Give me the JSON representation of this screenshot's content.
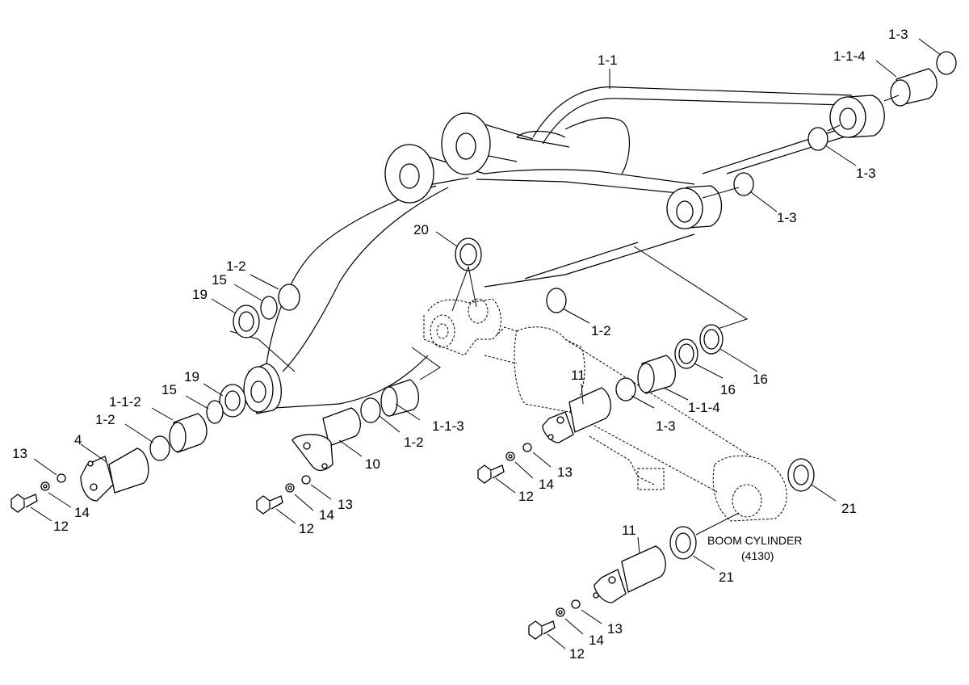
{
  "labels": {
    "boom_part": "1-1",
    "boom_bushing_top": "1-1-4",
    "shim_top_right": "1-3",
    "shim_top_mid": "1-3",
    "shim_mid_right": "1-3",
    "shim_center": "1-3",
    "seal_20": "20",
    "seal_1_2_top": "1-2",
    "seal_15_top": "15",
    "seal_19_top": "19",
    "seal_1_2_center": "1-2",
    "shim_16_a": "16",
    "shim_16_b": "16",
    "bushing_1_1_4_center": "1-1-4",
    "pin_11_upper": "11",
    "seal_19_left": "19",
    "seal_15_left": "15",
    "bushing_1_1_2": "1-1-2",
    "seal_1_2_left": "1-2",
    "pin_4": "4",
    "washer_13_left": "13",
    "washer_14_left": "14",
    "bolt_12_left": "12",
    "pin_10": "10",
    "seal_1_2_mid": "1-2",
    "bushing_1_1_3": "1-1-3",
    "washer_13_mid": "13",
    "washer_14_mid": "14",
    "bolt_12_mid": "12",
    "washer_13_upper": "13",
    "washer_14_upper": "14",
    "bolt_12_upper": "12",
    "shim_21_right": "21",
    "shim_21_lower": "21",
    "pin_11_lower": "11",
    "washer_13_lower": "13",
    "washer_14_lower": "14",
    "bolt_12_lower": "12"
  },
  "note": {
    "line1": "BOOM CYLINDER",
    "line2": "(4130)"
  }
}
